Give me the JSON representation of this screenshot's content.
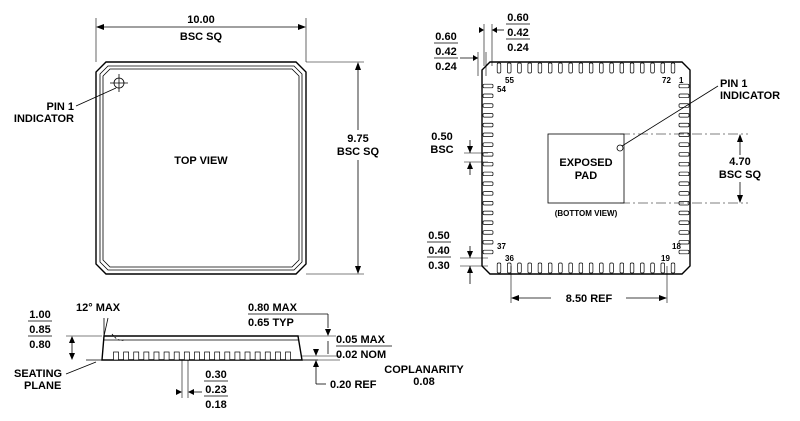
{
  "top_view": {
    "width_value": "10.00",
    "width_note": "BSC SQ",
    "height_value": "9.75",
    "height_note": "BSC SQ",
    "view_label": "TOP VIEW",
    "pin1_line1": "PIN 1",
    "pin1_line2": "INDICATOR"
  },
  "bottom_view": {
    "pad_max": "0.60",
    "pad_typ": "0.42",
    "pad_min": "0.24",
    "pad_max_b": "0.60",
    "pad_typ_b": "0.42",
    "pad_min_b": "0.24",
    "pitch_value": "0.50",
    "pitch_note": "BSC",
    "lead_max": "0.50",
    "lead_typ": "0.40",
    "lead_min": "0.30",
    "exposed_pad_size": "4.70",
    "exposed_pad_note": "BSC SQ",
    "exposed_pad_line1": "EXPOSED",
    "exposed_pad_line2": "PAD",
    "view_label": "(BOTTOM VIEW)",
    "ref_dimension": "8.50 REF",
    "pin1_line1": "PIN 1",
    "pin1_line2": "INDICATOR",
    "pin_numbers": {
      "p1": "1",
      "p18": "18",
      "p19": "19",
      "p36": "36",
      "p37": "37",
      "p54": "54",
      "p55": "55",
      "p72": "72"
    }
  },
  "side_view": {
    "height_max": "1.00",
    "height_typ": "0.85",
    "height_min": "0.80",
    "angle": "12° MAX",
    "body_max": "0.80 MAX",
    "body_typ": "0.65 TYP",
    "standoff_max": "0.05 MAX",
    "standoff_nom": "0.02 NOM",
    "ref_thickness": "0.20 REF",
    "coplanarity_label": "COPLANARITY",
    "coplanarity_value": "0.08",
    "seating_line1": "SEATING",
    "seating_line2": "PLANE",
    "lead_w_max": "0.30",
    "lead_w_typ": "0.23",
    "lead_w_min": "0.18"
  }
}
